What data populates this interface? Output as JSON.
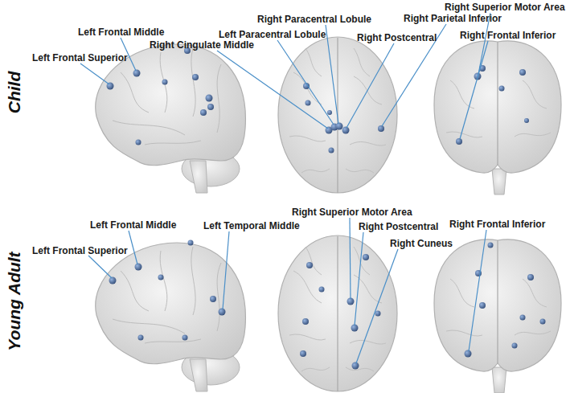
{
  "diagram": {
    "labels": [
      "Child",
      "Left Frontal Superior",
      "Left Frontal Middle",
      "Right Cingulate Middle",
      "Left Paracentral Lobule",
      "Right Paracentral Lobule",
      "Right Postcentral",
      "Right Superior Motor Area",
      "Right Parietal Inferior",
      "Right Frontal Inferior",
      "Young Adult",
      "Left Frontal Superior",
      "Left Frontal Middle",
      "Left Temporal Middle",
      "Right Superior Motor Area",
      "Right Postcentral",
      "Right Cuneus",
      "Right Frontal Inferior"
    ]
  }
}
